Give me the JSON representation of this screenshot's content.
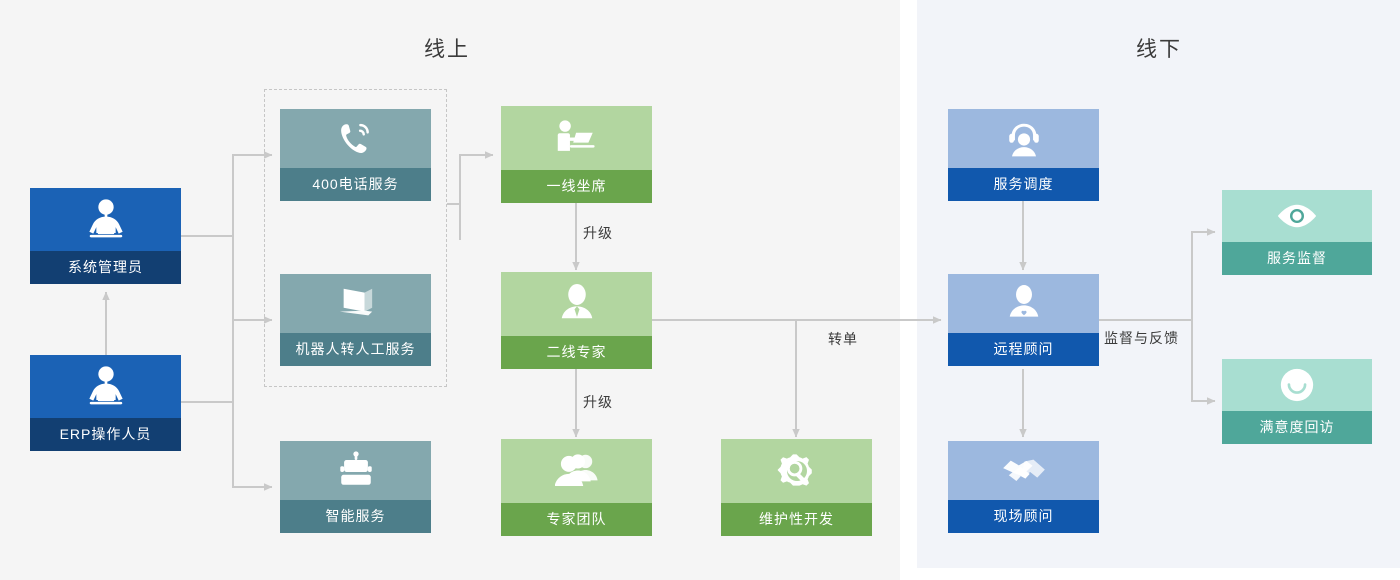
{
  "panels": {
    "online": {
      "title": "线上",
      "bg": "#f5f5f5"
    },
    "offline": {
      "title": "线下",
      "bg": "#f2f4f9"
    }
  },
  "colors": {
    "blue_body": "#1b62b5",
    "blue_label": "#123f72",
    "slate_body": "#84a8ae",
    "slate_label": "#4d7e8a",
    "green_body": "#b2d6a0",
    "green_label": "#6aa54c",
    "lightblue_body": "#9cb8df",
    "lightblue_label": "#1158ad",
    "teal_body": "#a8ded1",
    "teal_label": "#4fa79a",
    "connector": "#c9c9c9",
    "text_dark": "#3b3b3b"
  },
  "nodes": [
    {
      "id": "sys-admin",
      "label": "系统管理员",
      "icon": "operator-desk-icon",
      "variant": "blue"
    },
    {
      "id": "erp-operator",
      "label": "ERP操作人员",
      "icon": "operator-desk-icon",
      "variant": "blue"
    },
    {
      "id": "phone-400",
      "label": "400电话服务",
      "icon": "phone-ring-icon",
      "variant": "slate"
    },
    {
      "id": "robot-to-human",
      "label": "机器人转人工服务",
      "icon": "laptop-icon",
      "variant": "slate"
    },
    {
      "id": "smart-service",
      "label": "智能服务",
      "icon": "robot-icon",
      "variant": "slate"
    },
    {
      "id": "first-line-agent",
      "label": "一线坐席",
      "icon": "agent-laptop-icon",
      "variant": "green"
    },
    {
      "id": "second-line-expert",
      "label": "二线专家",
      "icon": "expert-tie-icon",
      "variant": "green"
    },
    {
      "id": "expert-team",
      "label": "专家团队",
      "icon": "people-group-icon",
      "variant": "green"
    },
    {
      "id": "maintenance-dev",
      "label": "维护性开发",
      "icon": "gear-wrench-icon",
      "variant": "green"
    },
    {
      "id": "service-dispatch",
      "label": "服务调度",
      "icon": "headset-agent-icon",
      "variant": "lightblue"
    },
    {
      "id": "remote-consultant",
      "label": "远程顾问",
      "icon": "consultant-icon",
      "variant": "lightblue"
    },
    {
      "id": "onsite-consultant",
      "label": "现场顾问",
      "icon": "handshake-icon",
      "variant": "lightblue"
    },
    {
      "id": "service-supervision",
      "label": "服务监督",
      "icon": "eye-icon",
      "variant": "teal"
    },
    {
      "id": "satisfaction-survey",
      "label": "满意度回访",
      "icon": "smiley-icon",
      "variant": "teal"
    }
  ],
  "edge_labels": [
    {
      "id": "upgrade-1",
      "text": "升级"
    },
    {
      "id": "upgrade-2",
      "text": "升级"
    },
    {
      "id": "transfer-order",
      "text": "转单"
    },
    {
      "id": "supervise-feedback",
      "text": "监督与反馈"
    }
  ]
}
